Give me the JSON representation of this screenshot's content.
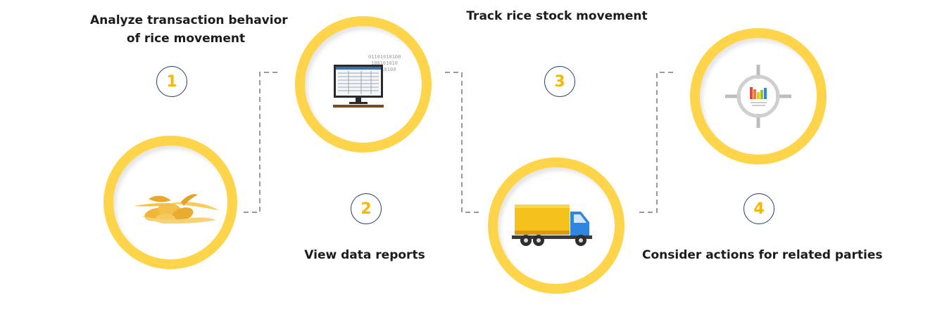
{
  "colors": {
    "ring": "#fdd44a",
    "number": "#f5b800",
    "badge_border": "#1f3e6e",
    "connector": "#9a9a9a",
    "text": "#1c1c1c"
  },
  "steps": [
    {
      "number": "1",
      "title_line1": "Analyze transaction behavior",
      "title_line2": "of rice movement",
      "icon": "rice-grains-icon"
    },
    {
      "number": "2",
      "title_line1": "View data reports",
      "icon": "computer-monitor-icon"
    },
    {
      "number": "3",
      "title_line1": "Track rice stock movement",
      "icon": "delivery-truck-icon"
    },
    {
      "number": "4",
      "title_line1": "Consider actions for related parties",
      "icon": "target-chart-icon"
    }
  ],
  "monitor_binary": [
    "01101010100",
    "100101010",
    "010100"
  ]
}
